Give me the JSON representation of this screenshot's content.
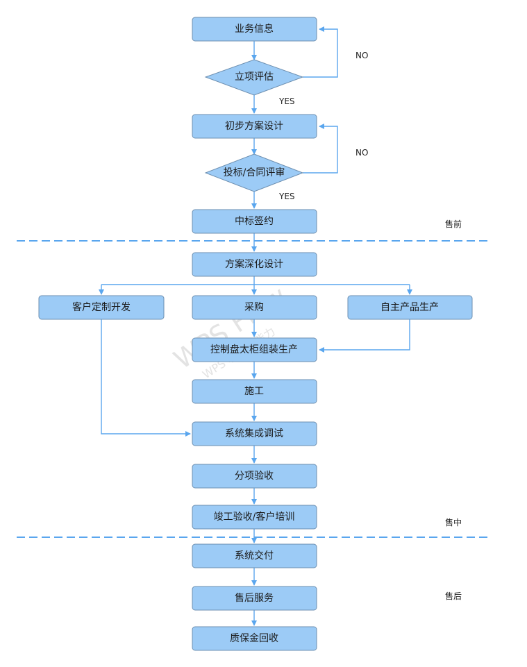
{
  "nodes": {
    "business_info": "业务信息",
    "project_eval": "立项评估",
    "prelim_design": "初步方案设计",
    "bid_review": "投标/合同评审",
    "win_sign": "中标签约",
    "deep_design": "方案深化设计",
    "custom_dev": "客户定制开发",
    "procurement": "采购",
    "own_product": "自主产品生产",
    "panel_production": "控制盘太柜组装生产",
    "construction": "施工",
    "integration": "系统集成调试",
    "itemized_acceptance": "分项验收",
    "completion_training": "竣工验收/客户培训",
    "delivery": "系统交付",
    "after_service": "售后服务",
    "warranty_recovery": "质保金回收"
  },
  "decisions": {
    "no_label_1": "NO",
    "yes_label_1": "YES",
    "no_label_2": "NO",
    "yes_label_2": "YES"
  },
  "phases": {
    "presale": "售前",
    "insale": "售中",
    "aftersale": "售后"
  },
  "watermark": {
    "line1": "WPS Flow",
    "line2": "WPS 软件图能力"
  },
  "colors": {
    "box_fill": "#9ccbf6",
    "box_stroke": "#6d8fb0",
    "connector": "#5aa6ee"
  }
}
